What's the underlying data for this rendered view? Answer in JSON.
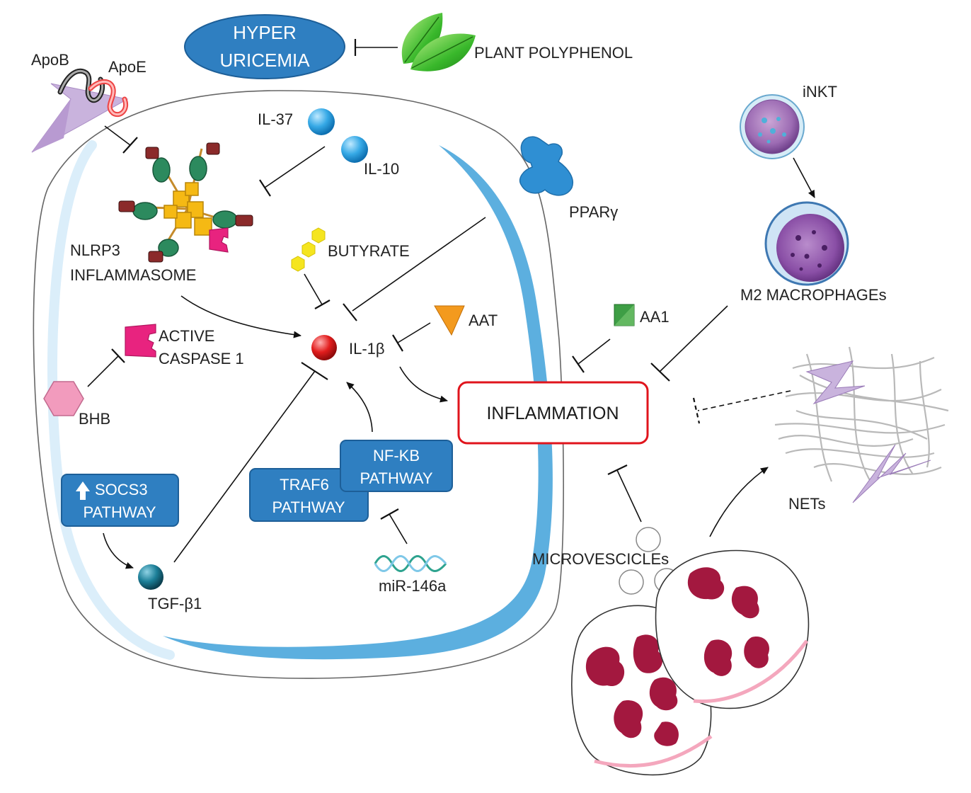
{
  "nodes": {
    "hyperuricemia": {
      "line1": "HYPER",
      "line2": "URICEMIA"
    },
    "plant_polyphenol": "PLANT POLYPHENOL",
    "apob": "ApoB",
    "apoe": "ApoE",
    "il37": "IL-37",
    "il10": "IL-10",
    "pparg": "PPARγ",
    "inkt": "iNKT",
    "m2_macrophages": "M2 MACROPHAGEs",
    "nlrp3": {
      "line1": "NLRP3",
      "line2": "INFLAMMASOME"
    },
    "butyrate": "BUTYRATE",
    "active_caspase": {
      "line1": "ACTIVE",
      "line2": "CASPASE 1"
    },
    "il1b": "IL-1β",
    "aat": "AAT",
    "aa1": "AA1",
    "bhb": "BHB",
    "inflammation": "INFLAMMATION",
    "nets": "NETs",
    "socs3": {
      "line1": "SOCS3",
      "line2": "PATHWAY"
    },
    "traf6": {
      "line1": "TRAF6",
      "line2": "PATHWAY"
    },
    "nfkb": {
      "line1": "NF-KB",
      "line2": "PATHWAY"
    },
    "tgfb1": "TGF-β1",
    "mir146a": "miR-146a",
    "microvesicles": "MICROVESCICLEs"
  },
  "colors": {
    "pathway_box": "#2f7fc1",
    "pathway_box_border": "#1d5f98",
    "inflammation_border": "#e0141c",
    "il1b": "#e21d1d",
    "cell_membrane": "#4aa6dc",
    "neutrophil_nucleus": "#a3183f",
    "caspase": "#e8237f",
    "leaf": "#39b82b",
    "aat": "#f39a1e",
    "aa1": "#3e9e45",
    "butyrate": "#f5e51f",
    "bhb": "#f29bbd",
    "net_arrow": "#c9b3dd"
  }
}
